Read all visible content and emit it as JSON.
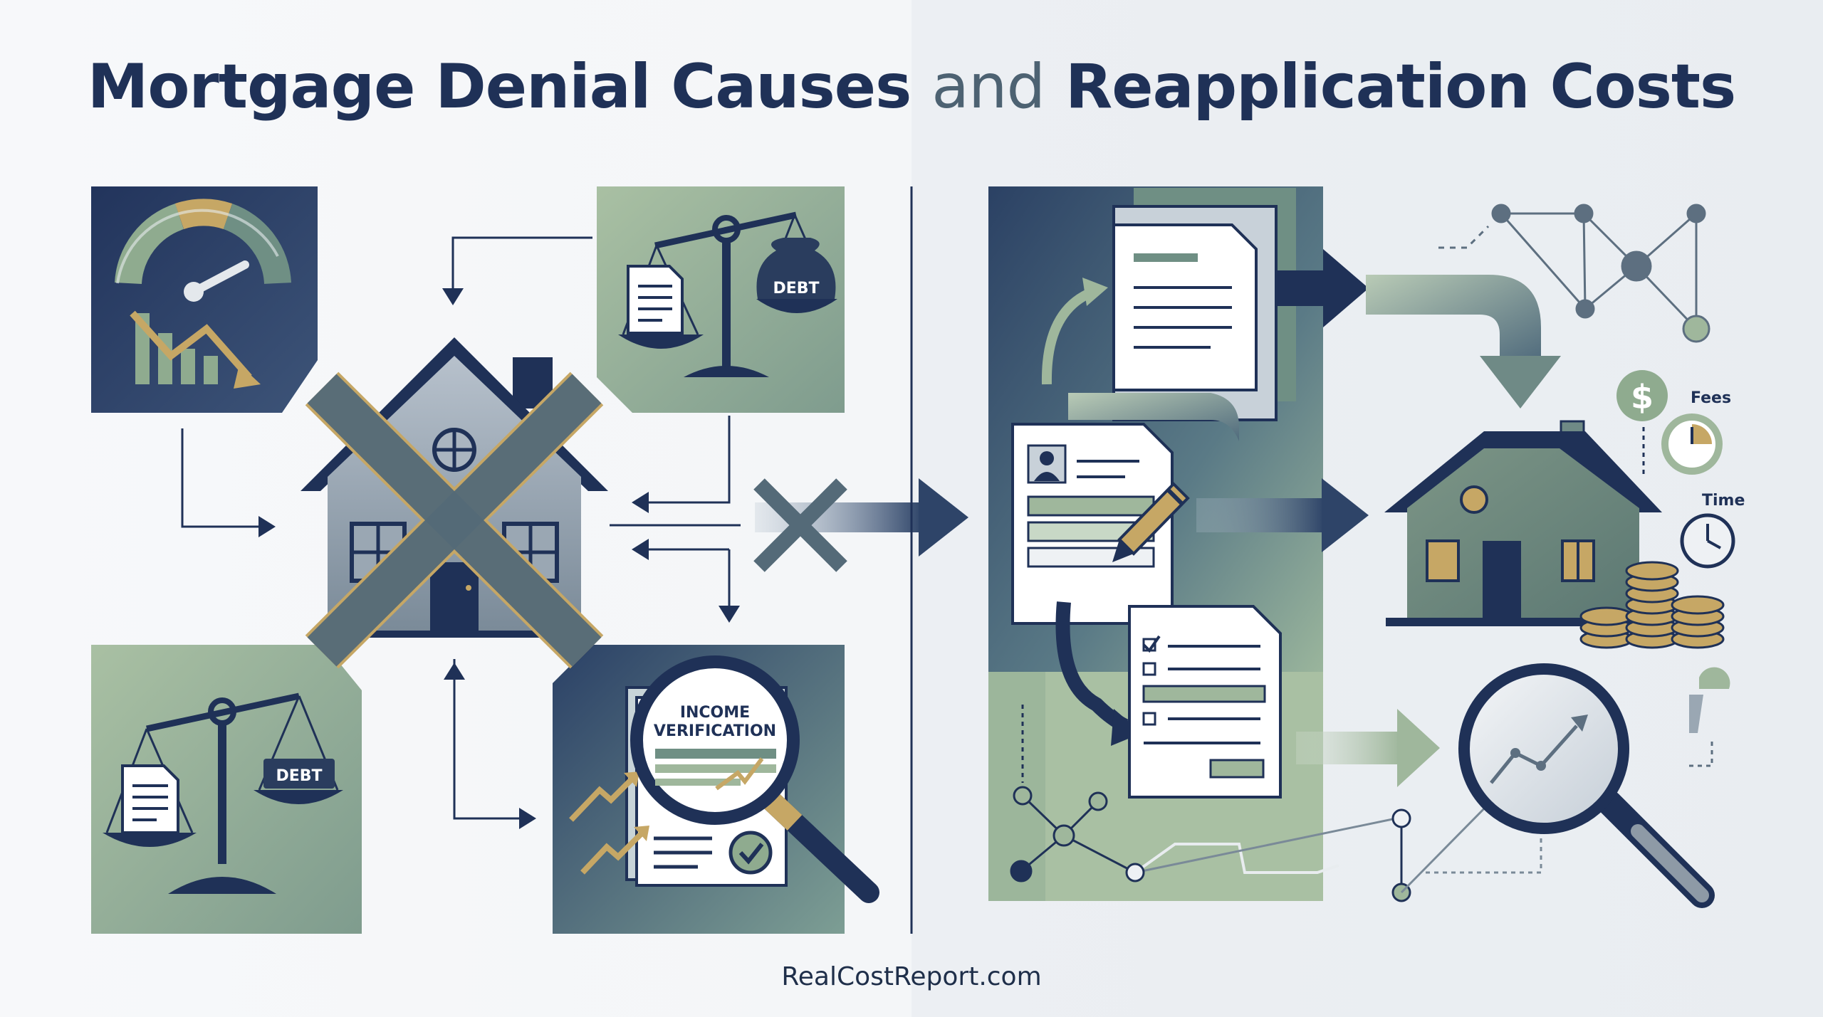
{
  "title": {
    "part1": "Mortgage Denial Causes",
    "part2": "and",
    "part3": "Reapplication Costs"
  },
  "labels": {
    "debt_top": "DEBT",
    "debt_bottom": "DEBT",
    "income_line1": "INCOME",
    "income_line2": "VERIFICATION",
    "fees": "Fees",
    "time": "Time",
    "dollar": "$"
  },
  "footer": "RealCostReport.com",
  "colors": {
    "navy": "#1f3157",
    "slate": "#4d6272",
    "sage": "#9fb79c",
    "gold": "#c6a765",
    "light": "#eef1f4"
  }
}
